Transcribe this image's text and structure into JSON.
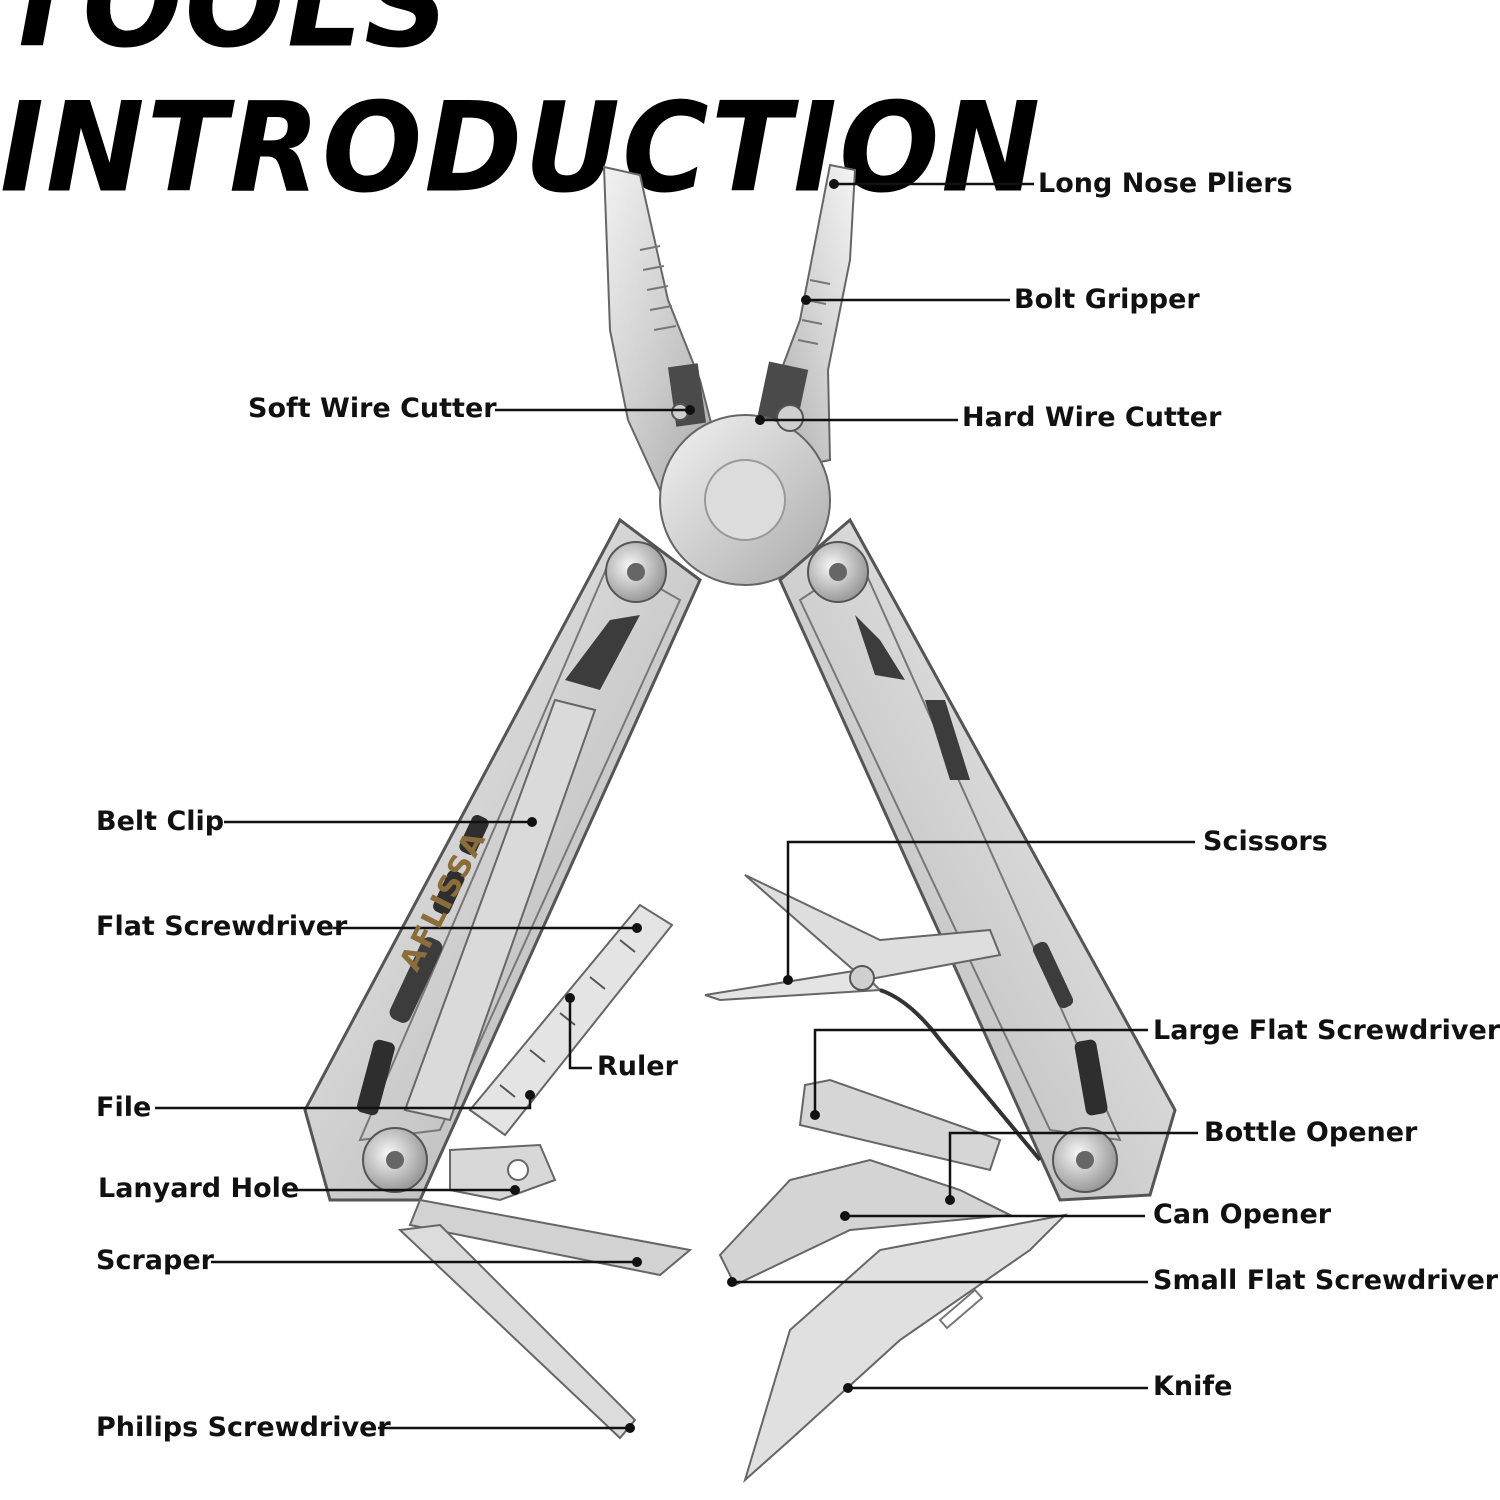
{
  "title": "TOOLS INTRODUCTION",
  "brand": "AFLISSA",
  "labels": {
    "long_nose_pliers": "Long Nose Pliers",
    "bolt_gripper": "Bolt Gripper",
    "soft_wire_cutter": "Soft Wire Cutter",
    "hard_wire_cutter": "Hard Wire Cutter",
    "belt_clip": "Belt Clip",
    "scissors": "Scissors",
    "flat_screwdriver": "Flat Screwdriver",
    "ruler": "Ruler",
    "large_flat_screwdriver": "Large Flat Screwdriver",
    "file": "File",
    "bottle_opener": "Bottle Opener",
    "lanyard_hole": "Lanyard Hole",
    "can_opener": "Can Opener",
    "scraper": "Scraper",
    "small_flat_screwdriver": "Small Flat Screwdriver",
    "knife": "Knife",
    "philips_screwdriver": "Philips Screwdriver"
  },
  "colors": {
    "steel_light": "#e6e6e6",
    "steel_mid": "#c4c4c4",
    "steel_dark": "#8e8e8e",
    "outline": "#555555",
    "brand_gold": "#8a6d3b"
  }
}
